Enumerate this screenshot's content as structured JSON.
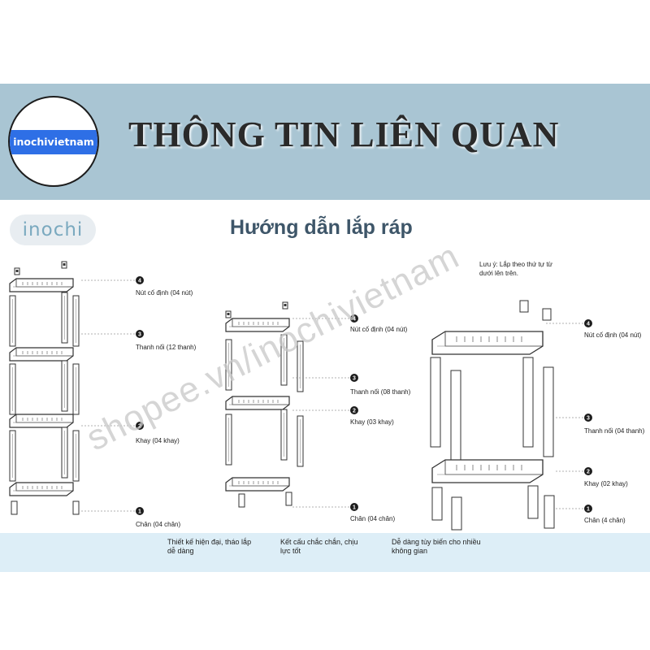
{
  "banner": {
    "logo_text": "inochivietnam",
    "title": "THÔNG TIN LIÊN QUAN"
  },
  "brand": {
    "name": "inochi"
  },
  "guide": {
    "title": "Hướng dẫn lắp ráp"
  },
  "note": "Lưu ý: Lắp theo thứ tự từ dưới lên trên.",
  "watermark": "shopee.vn/inochivietnam",
  "diagrams": {
    "four_tier": {
      "step4": {
        "num": "4",
        "label": "Nút cố định (04 nút)"
      },
      "step3": {
        "num": "3",
        "label": "Thanh nối (12 thanh)"
      },
      "step2": {
        "num": "2",
        "label": "Khay (04 khay)"
      },
      "step1": {
        "num": "1",
        "label": "Chân (04 chân)"
      }
    },
    "three_tier": {
      "step4": {
        "num": "4",
        "label": "Nút cố định (04 nút)"
      },
      "step3": {
        "num": "3",
        "label": "Thanh nối (08 thanh)"
      },
      "step2": {
        "num": "2",
        "label": "Khay (03 khay)"
      },
      "step1": {
        "num": "1",
        "label": "Chân (04 chân)"
      }
    },
    "two_tier": {
      "step4": {
        "num": "4",
        "label": "Nút cố định (04 nút)"
      },
      "step3": {
        "num": "3",
        "label": "Thanh nối (04 thanh)"
      },
      "step2": {
        "num": "2",
        "label": "Khay (02 khay)"
      },
      "step1": {
        "num": "1",
        "label": "Chân (4 chân)"
      }
    }
  },
  "features": [
    {
      "line1": "Thiết kế hiện đại, tháo lắp",
      "line2": "dễ dàng"
    },
    {
      "line1": "Kết cấu chắc chắn, chịu",
      "line2": "lực tốt"
    },
    {
      "line1": "Dễ dàng tùy biến cho nhiều",
      "line2": "không gian"
    }
  ]
}
